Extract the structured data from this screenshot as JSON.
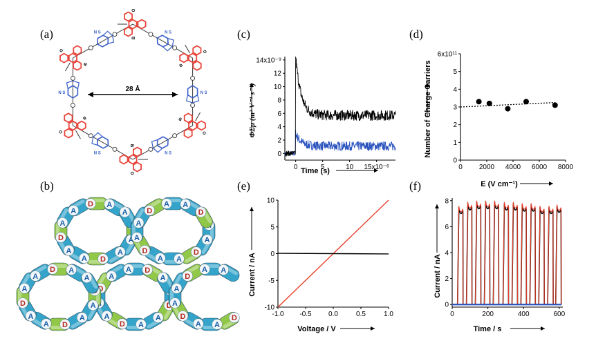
{
  "panel_labels": [
    "(a)",
    "(b)",
    "(c)",
    "(d)",
    "(e)",
    "(f)"
  ],
  "panel_a": {
    "pore_label": "28 Å",
    "atom_labels": [
      "B",
      "O",
      "N",
      "S"
    ],
    "colors": {
      "triphenylene": "#e8463c",
      "benzothiadiazole": "#3a5fc8",
      "bond": "#333333"
    }
  },
  "panel_b": {
    "donor_label": "D",
    "acceptor_label": "A",
    "colors": {
      "donor": "#8cc63f",
      "acceptor": "#2aa0c8",
      "donor_text": "#b5291d",
      "acceptor_text": "#1a5ea8"
    }
  },
  "chart_data": [
    {
      "panel": "c",
      "type": "line",
      "xlabel": "Time (s)",
      "ylabel": "ΦΣμ (m² V⁻¹ s⁻¹)",
      "xlim": [
        -2e-06,
        1.85e-05
      ],
      "ylim": [
        -1,
        14.5
      ],
      "xticks": [
        {
          "v": 0,
          "t": "0"
        },
        {
          "v": 5e-06,
          "t": "5"
        },
        {
          "v": 1e-05,
          "t": "10"
        },
        {
          "v": 1.5e-05,
          "t": "15x10⁻⁶"
        }
      ],
      "yticks": [
        {
          "v": 0,
          "t": "0"
        },
        {
          "v": 2,
          "t": "2"
        },
        {
          "v": 4,
          "t": "4"
        },
        {
          "v": 6,
          "t": "6"
        },
        {
          "v": 8,
          "t": "8"
        },
        {
          "v": 10,
          "t": "10"
        },
        {
          "v": 12,
          "t": "12"
        },
        {
          "v": 14,
          "t": "14x10⁻⁹"
        }
      ],
      "series": [
        {
          "color": "#000000",
          "baseline": 0,
          "peak_time": 0,
          "peak": 14.5,
          "plateau": 5.7,
          "decay_tau": 1e-06,
          "noise": 0.8
        },
        {
          "color": "#2a52be",
          "baseline": 0,
          "peak_time": 0,
          "peak": 3.0,
          "plateau": 1.1,
          "decay_tau": 1e-06,
          "noise": 0.7
        }
      ]
    },
    {
      "panel": "d",
      "type": "scatter",
      "xlabel": "E (V cm⁻¹)",
      "ylabel": "Number of Charge Carriers",
      "xlim": [
        0,
        8000
      ],
      "ylim": [
        0,
        600000000000.0
      ],
      "xticks": [
        {
          "v": 0,
          "t": "0"
        },
        {
          "v": 2000,
          "t": "2000"
        },
        {
          "v": 4000,
          "t": "4000"
        },
        {
          "v": 6000,
          "t": "6000"
        },
        {
          "v": 8000,
          "t": "8000"
        }
      ],
      "yticks": [
        {
          "v": 0,
          "t": "0"
        },
        {
          "v": 100000000000.0,
          "t": "1"
        },
        {
          "v": 200000000000.0,
          "t": "2"
        },
        {
          "v": 300000000000.0,
          "t": "3"
        },
        {
          "v": 400000000000.0,
          "t": "4"
        },
        {
          "v": 500000000000.0,
          "t": "5"
        },
        {
          "v": 600000000000.0,
          "t": "6x10¹¹"
        }
      ],
      "points": [
        [
          1400,
          330000000000.0
        ],
        [
          2200,
          320000000000.0
        ],
        [
          3600,
          290000000000.0
        ],
        [
          5000,
          330000000000.0
        ],
        [
          7200,
          310000000000.0
        ]
      ],
      "fit": [
        [
          0,
          300000000000.0
        ],
        [
          7200,
          325000000000.0
        ]
      ]
    },
    {
      "panel": "e",
      "type": "line",
      "xlabel": "Voltage / V",
      "ylabel": "Current / nA",
      "xlim": [
        -1.0,
        1.0
      ],
      "ylim": [
        -10,
        10
      ],
      "xticks": [
        {
          "v": -1.0,
          "t": "-1.0"
        },
        {
          "v": -0.5,
          "t": "-0.5"
        },
        {
          "v": 0,
          "t": "0.0"
        },
        {
          "v": 0.5,
          "t": "0.5"
        },
        {
          "v": 1.0,
          "t": "1.0"
        }
      ],
      "yticks": [
        {
          "v": -10,
          "t": "-10"
        },
        {
          "v": -5,
          "t": "-5"
        },
        {
          "v": 0,
          "t": "0"
        },
        {
          "v": 5,
          "t": "5"
        },
        {
          "v": 10,
          "t": "10"
        }
      ],
      "series": [
        {
          "color": "#e8402a",
          "x": [
            -1.0,
            1.0
          ],
          "y": [
            -10,
            10
          ]
        },
        {
          "color": "#000000",
          "x": [
            -1.0,
            1.0
          ],
          "y": [
            0.05,
            -0.05
          ]
        }
      ]
    },
    {
      "panel": "f",
      "type": "line",
      "xlabel": "Time / s",
      "ylabel": "Current / nA",
      "xlim": [
        0,
        620
      ],
      "ylim": [
        -0.2,
        8.2
      ],
      "xticks": [
        {
          "v": 0,
          "t": "0"
        },
        {
          "v": 200,
          "t": "200"
        },
        {
          "v": 400,
          "t": "400"
        },
        {
          "v": 600,
          "t": "600"
        }
      ],
      "yticks": [
        {
          "v": 0,
          "t": "0"
        },
        {
          "v": 2,
          "t": "2"
        },
        {
          "v": 4,
          "t": "4"
        },
        {
          "v": 6,
          "t": "6"
        },
        {
          "v": 8,
          "t": "8"
        }
      ],
      "pulse_starts": [
        30,
        80,
        130,
        180,
        230,
        285,
        335,
        385,
        435,
        485,
        535,
        580
      ],
      "pulse_peaks": [
        7.6,
        7.9,
        8.0,
        8.0,
        8.0,
        7.9,
        7.9,
        7.8,
        7.8,
        7.6,
        7.6,
        7.7
      ],
      "series": [
        {
          "color": "#e8402a",
          "role": "light"
        },
        {
          "color": "#000000",
          "role": "overlay"
        },
        {
          "color": "#2a52be",
          "role": "dark",
          "value": 0
        }
      ]
    }
  ]
}
